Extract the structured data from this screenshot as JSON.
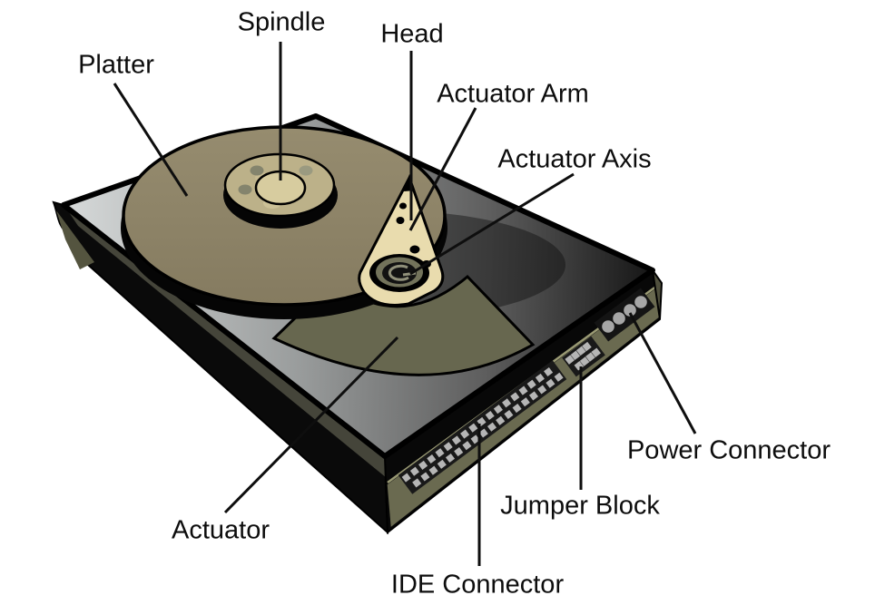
{
  "diagram": {
    "labels": {
      "platter": "Platter",
      "spindle": "Spindle",
      "head": "Head",
      "actuator_arm": "Actuator Arm",
      "actuator_axis": "Actuator Axis",
      "actuator": "Actuator",
      "ide_connector": "IDE Connector",
      "jumper_block": "Jumper Block",
      "power_connector": "Power Connector"
    },
    "colors": {
      "background": "#ffffff",
      "outline": "#000000",
      "text": "#0d0d0d",
      "pointer_line": "#0e0e0e",
      "chassis_top_light": "#d6d9d9",
      "chassis_top_dark": "#161616",
      "chassis_side_olive": "#6a6a50",
      "chassis_side_black": "#080808",
      "actuator_wedge": "#67674f",
      "platter": "#8e8468",
      "spindle_hub": "#bcb189",
      "spindle_center": "#d7cc9f",
      "actuator_arm": "#e9dcae",
      "axis_ring": "#73735b",
      "recess": "#191919",
      "pin": "#b5b5b5",
      "power_pin": "#a6a6a6"
    },
    "connectors": {
      "ide": {
        "rows": 2,
        "cols": 18
      },
      "jumper": {
        "rows": 2,
        "cols": 4
      },
      "power": {
        "pins": 4
      }
    }
  }
}
